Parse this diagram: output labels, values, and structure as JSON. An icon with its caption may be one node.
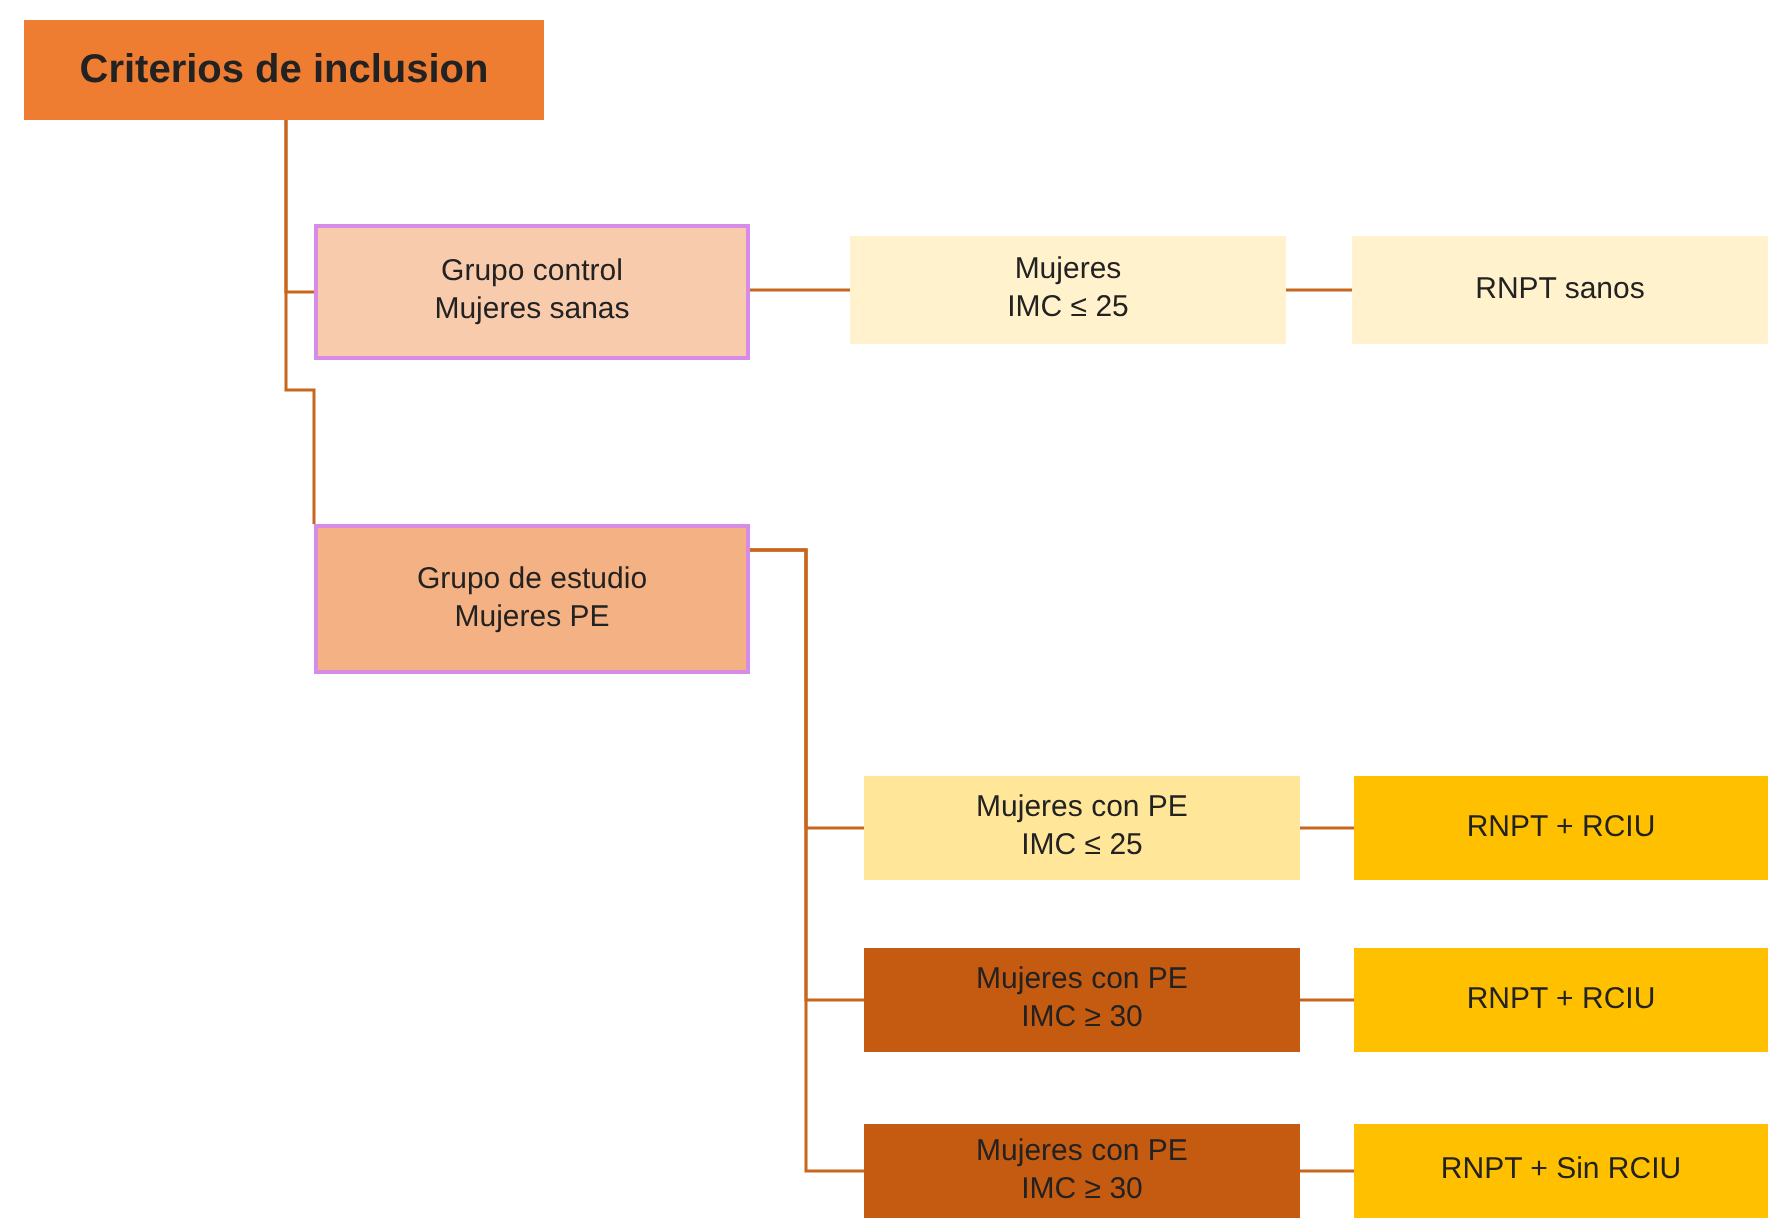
{
  "diagram": {
    "nodes": [
      {
        "text": [
          "Criterios de inclusion"
        ]
      },
      {
        "text": [
          "Grupo control Mujeres sanas"
        ]
      },
      {
        "text": [
          "Grupo de estudio Mujeres PE"
        ]
      },
      {
        "text": [
          "Mujeres IMC ≤ 25"
        ]
      },
      {
        "text": [
          "RNPT sanos"
        ]
      },
      {
        "text": [
          "Mujeres con PE IMC ≤ 25"
        ]
      },
      {
        "text": [
          "RNPT + RCIU"
        ]
      },
      {
        "text": [
          "Mujeres con PE IMC ≥ 30"
        ]
      },
      {
        "text": [
          "RNPT + RCIU"
        ]
      },
      {
        "text": [
          "Mujeres con PE IMC ≥ 30"
        ]
      },
      {
        "text": [
          "RNPT + Sin RCIU"
        ]
      }
    ],
    "edges": [
      {
        "from": 0,
        "to": 1,
        "arrow": "none"
      },
      {
        "from": 0,
        "to": 2,
        "arrow": "none"
      },
      {
        "from": 1,
        "to": 3,
        "arrow": "none"
      },
      {
        "from": 3,
        "to": 4,
        "arrow": "none"
      },
      {
        "from": 2,
        "to": 5,
        "arrow": "none"
      },
      {
        "from": 2,
        "to": 7,
        "arrow": "none"
      },
      {
        "from": 2,
        "to": 9,
        "arrow": "none"
      },
      {
        "from": 5,
        "to": 6,
        "arrow": "none"
      },
      {
        "from": 7,
        "to": 8,
        "arrow": "none"
      },
      {
        "from": 9,
        "to": 10,
        "arrow": "none"
      }
    ]
  }
}
